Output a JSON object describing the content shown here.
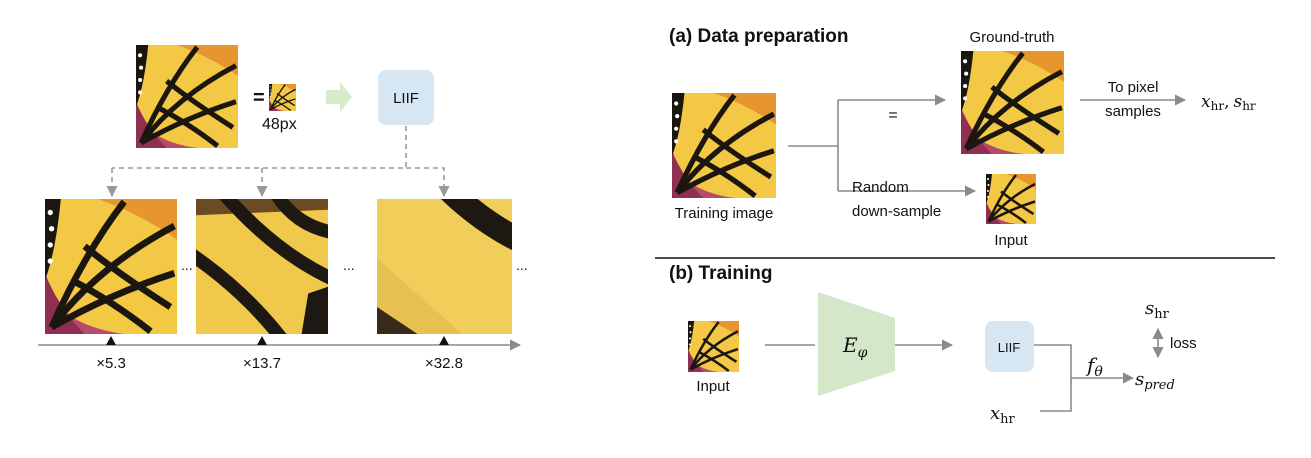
{
  "left_panel": {
    "equals": "=",
    "patch_size": "48px",
    "model_box": "LIIF",
    "ellipsis": "...",
    "scales": [
      "×5.3",
      "×13.7",
      "×32.8"
    ]
  },
  "section_a": {
    "title": "(a) Data preparation",
    "ground_truth_label": "Ground-truth",
    "training_image_label": "Training image",
    "equals": "=",
    "random_label": "Random",
    "downsample_label": "down-sample",
    "input_label": "Input",
    "to_pixel_label": "To pixel",
    "samples_label": "samples",
    "output_x": "x",
    "output_x_sub": "hr",
    "output_comma": ",",
    "output_s": "s",
    "output_s_sub": "hr"
  },
  "section_b": {
    "title": "(b) Training",
    "input_label": "Input",
    "encoder": "E",
    "encoder_sub": "φ",
    "model_box": "LIIF",
    "f": "f",
    "f_sub": "θ",
    "x": "x",
    "x_sub": "hr",
    "s_hr": "s",
    "s_hr_sub": "hr",
    "loss": "loss",
    "s_pred": "s",
    "s_pred_sub": "pred"
  },
  "colors": {
    "liif_box": "#d6e6f3",
    "encoder": "#d4e7c8",
    "arrow_green": "#d6ebcb",
    "wing_yellow": "#f2c845",
    "wing_orange": "#e7962f",
    "wing_dark": "#1c1610",
    "flower_pink": "#b84a6b"
  }
}
